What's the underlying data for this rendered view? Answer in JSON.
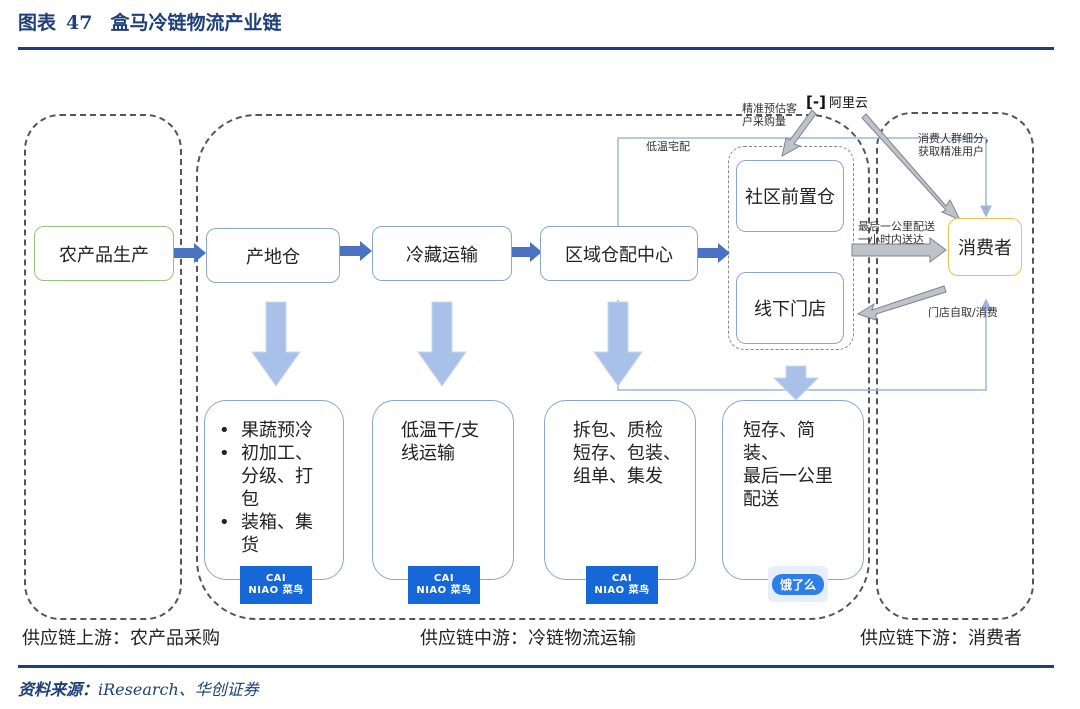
{
  "header": {
    "figure_label": "图表",
    "figure_number": "47",
    "title": "盒马冷链物流产业链"
  },
  "sections": {
    "upstream": "供应链上游：农产品采购",
    "midstream": "供应链中游：冷链物流运输",
    "downstream": "供应链下游：消费者"
  },
  "nodes": {
    "farm_production": "农产品生产",
    "origin_warehouse": "产地仓",
    "cold_transport": "冷藏运输",
    "regional_dc": "区域仓配中心",
    "front_warehouse": "社区前置仓",
    "offline_store": "线下门店",
    "consumer": "消费者"
  },
  "details": {
    "origin_items": [
      "果蔬预冷",
      "初加工、\n分级、打\n包",
      "装箱、集\n货"
    ],
    "transport": "低温干/支\n线运输",
    "dc": "拆包、质检\n短存、包装、\n组单、集发",
    "lastmile": "短存、简装、\n最后一公里\n配送"
  },
  "annotations": {
    "low_temp_delivery": "低温宅配",
    "forecast": "精准预估客\n户采购量",
    "consumer_profile": "消费人群细分，\n获取精准用户",
    "one_km": "最后一公里配送\n一小时内送达",
    "self_pickup": "门店自取/消费"
  },
  "logos": {
    "aliyun_mark": "[-]",
    "aliyun": "阿里云",
    "cainiao_top": "CAI",
    "cainiao_bottom": "NIAO 菜鸟",
    "eleme": "饿了么"
  },
  "source": {
    "label": "资料来源：",
    "refs": "iResearch、华创证券"
  },
  "colors": {
    "title": "#1d3f7a",
    "box_border": "#8aa6d4",
    "arrow": "#4a72c0",
    "down_arrow": "#a9c1e8",
    "farm_border": "#94c47a",
    "consumer_border": "#f0c24a",
    "logo_blue": "#1668d8"
  }
}
